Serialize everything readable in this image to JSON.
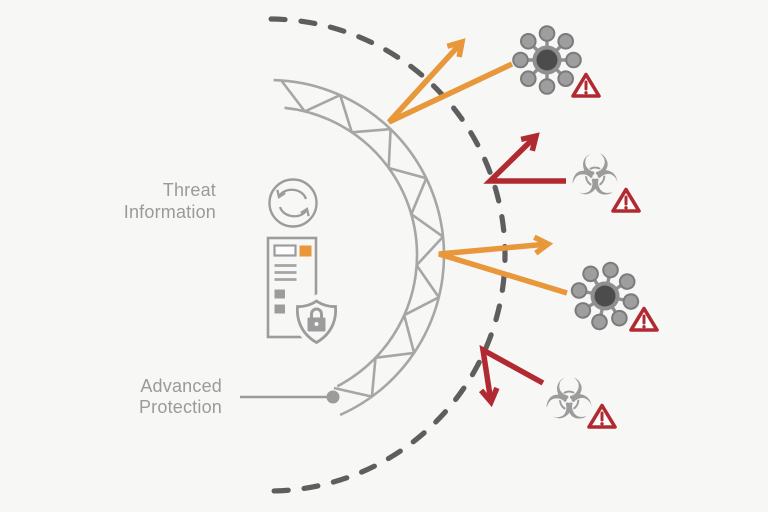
{
  "diagram": {
    "labels": {
      "threat_information": {
        "line1": "Threat",
        "line2": "Information"
      },
      "advanced_protection": {
        "line1": "Advanced",
        "line2": "Protection"
      }
    },
    "icons": {
      "biohazard_glyph": "☣",
      "semantic_names": [
        "sync-icon",
        "policy-document-icon",
        "shield-lock-icon",
        "malware-icon",
        "biohazard-icon",
        "warning-icon",
        "perimeter-dashed-arc",
        "defense-wall-truss"
      ]
    },
    "threats": [
      {
        "icon": "malware-icon",
        "result": "deflected",
        "arrow_color": "orange"
      },
      {
        "icon": "biohazard-icon",
        "result": "deflected",
        "arrow_color": "red"
      },
      {
        "icon": "malware-icon",
        "result": "deflected",
        "arrow_color": "orange"
      },
      {
        "icon": "biohazard-icon",
        "result": "deflected",
        "arrow_color": "red"
      }
    ],
    "colors": {
      "background": "#f7f7f6",
      "label_gray": "#9a9a9a",
      "line_gray": "#a6a6a6",
      "perimeter_gray": "#5e5e5e",
      "icon_gray": "#9c9c9c",
      "icon_dark": "#4c4c4c",
      "orange": "#e8973b",
      "red": "#b22a31",
      "warning_fill": "#fdfdfd"
    }
  }
}
